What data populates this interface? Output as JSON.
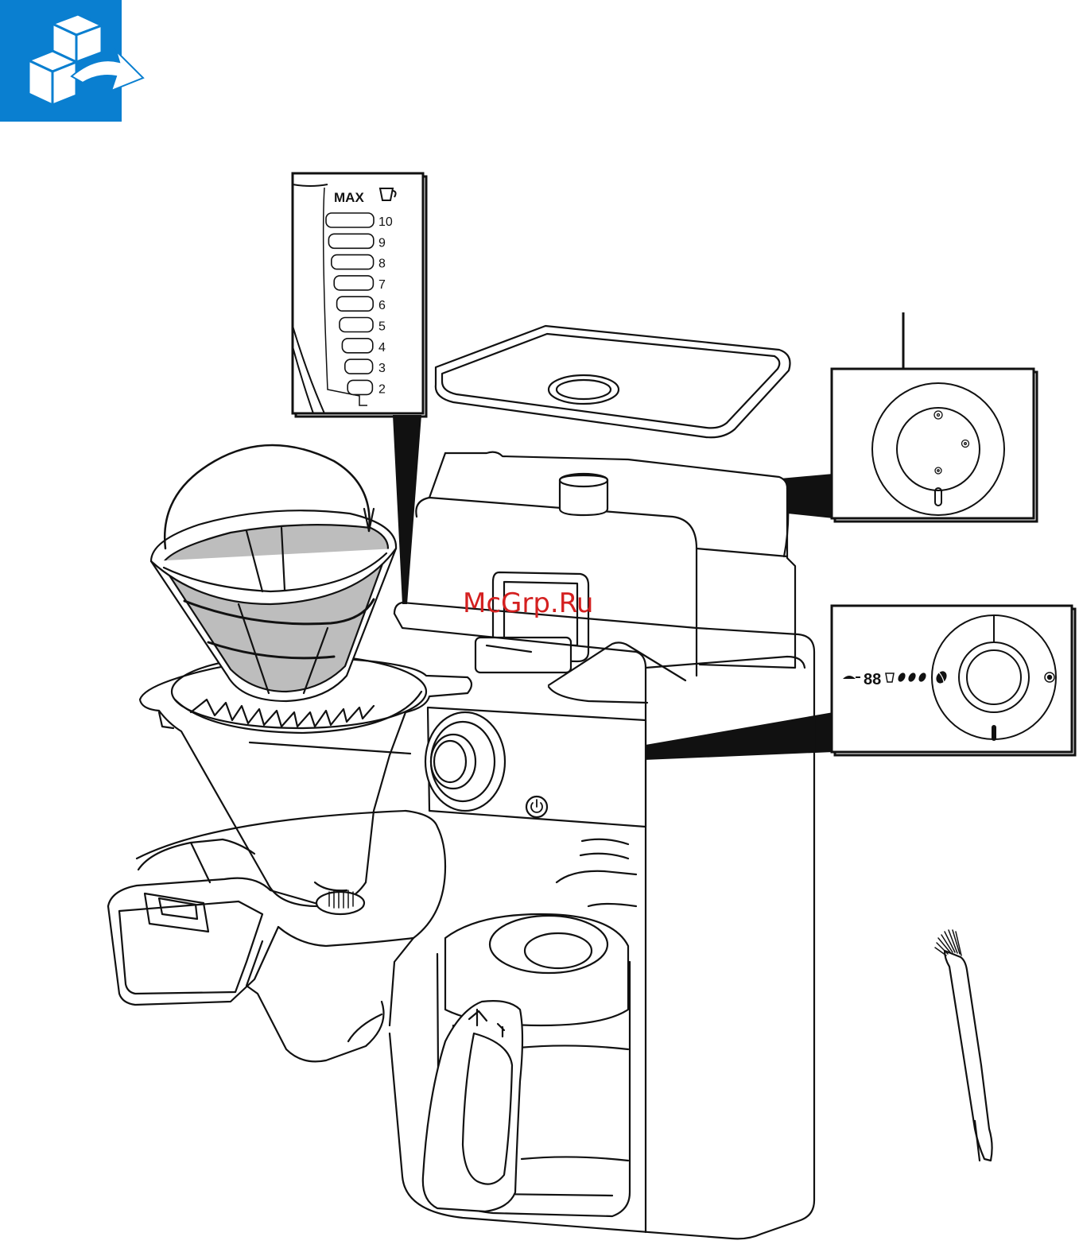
{
  "logo": {
    "color": "#0a7fd0",
    "icon": "unbox-cubes-icon"
  },
  "water_gauge": {
    "max_label": "MAX",
    "cup_icon": "cup-icon",
    "levels": [
      "10",
      "9",
      "8",
      "7",
      "6",
      "5",
      "4",
      "3",
      "2"
    ]
  },
  "display_panel": {
    "digits": "88",
    "icons": [
      "grind-icon",
      "cup-icon",
      "bean-strength-icon",
      "bean-icon",
      "aroma-icon"
    ]
  },
  "grind_selector": {
    "icons": [
      "grind-coarse-icon",
      "grind-medium-icon",
      "grind-fine-icon"
    ]
  },
  "power_button_icon": "power-icon",
  "watermark": {
    "text": "McGrp.Ru",
    "color": "#d42020"
  }
}
